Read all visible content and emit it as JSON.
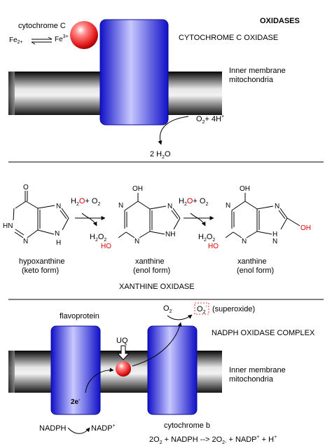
{
  "section1": {
    "heading": "OXIDASES",
    "enzyme": "CYTOCHROME C OXIDASE",
    "cytochrome": "cytochrome C",
    "fe_left": "Fe",
    "fe_left_charge": "2+",
    "fe_right": "Fe",
    "fe_right_charge": "3+",
    "membrane_line1": "Inner membrane",
    "membrane_line2": "mitochondria",
    "reactant_o2": "O",
    "reactant_sub2": "2",
    "reactant_plus": "+ 4H",
    "reactant_sup": "+",
    "product_prefix": "2 H",
    "product_sub": "2",
    "product_suffix": "O"
  },
  "section2": {
    "reagent1_h": "H",
    "reagent1_sub": "2",
    "reagent1_o": "O",
    "reagent1_plus": "+ O",
    "reagent1_sub2": "2",
    "product1_h": "H",
    "product1_sub": "2",
    "product1_o": "O",
    "product1_sub2": "2",
    "reagent2_h": "H",
    "reagent2_sub": "2",
    "reagent2_o": "O",
    "reagent2_plus": "+ O",
    "reagent2_sub2": "2",
    "product2_h": "H",
    "product2_sub": "2",
    "product2_o": "O",
    "product2_sub2": "2",
    "hypoxanthine_name": "hypoxanthine",
    "hypoxanthine_form": "(keto form)",
    "xanthine1_name": "xanthine",
    "xanthine1_form": "(enol form)",
    "xanthine2_name": "xanthine",
    "xanthine2_form": "(enol form)",
    "enzyme": "XANTHINE OXIDASE",
    "atoms": {
      "o": "O",
      "oh": "OH",
      "n": "N",
      "hn": "HN",
      "nh": "NH",
      "h": "H",
      "ho": "HO"
    }
  },
  "section3": {
    "flavoprotein": "flavoprotein",
    "o2": "O",
    "o2_sub": "2",
    "superoxide_o": "O",
    "superoxide_sub": "2",
    "superoxide_sup": "-",
    "superoxide_label": "(superoxide)",
    "complex": "NADPH OXIDASE COMPLEX",
    "uq": "UQ",
    "electrons": "2e",
    "electrons_sup": "-",
    "membrane_line1": "Inner membrane",
    "membrane_line2": "mitochondria",
    "nadph": "NADPH",
    "nadp": "NADP",
    "nadp_sup": "+",
    "cytochrome_b": "cytochrome b",
    "equation": {
      "p1": "2O",
      "p1_sub": "2",
      "p2": " + NADPH  -->  2O",
      "p2_sub": "2-",
      "p3": " + NADP",
      "p3_sup": "+",
      "p4": " + H",
      "p4_sup": "+"
    }
  },
  "colors": {
    "blue_dark": "#1010c8",
    "blue_light": "#c8c8ff",
    "red": "#dd0000",
    "sphere_red": "#e61e1e",
    "cyan": "#00b4ff"
  }
}
